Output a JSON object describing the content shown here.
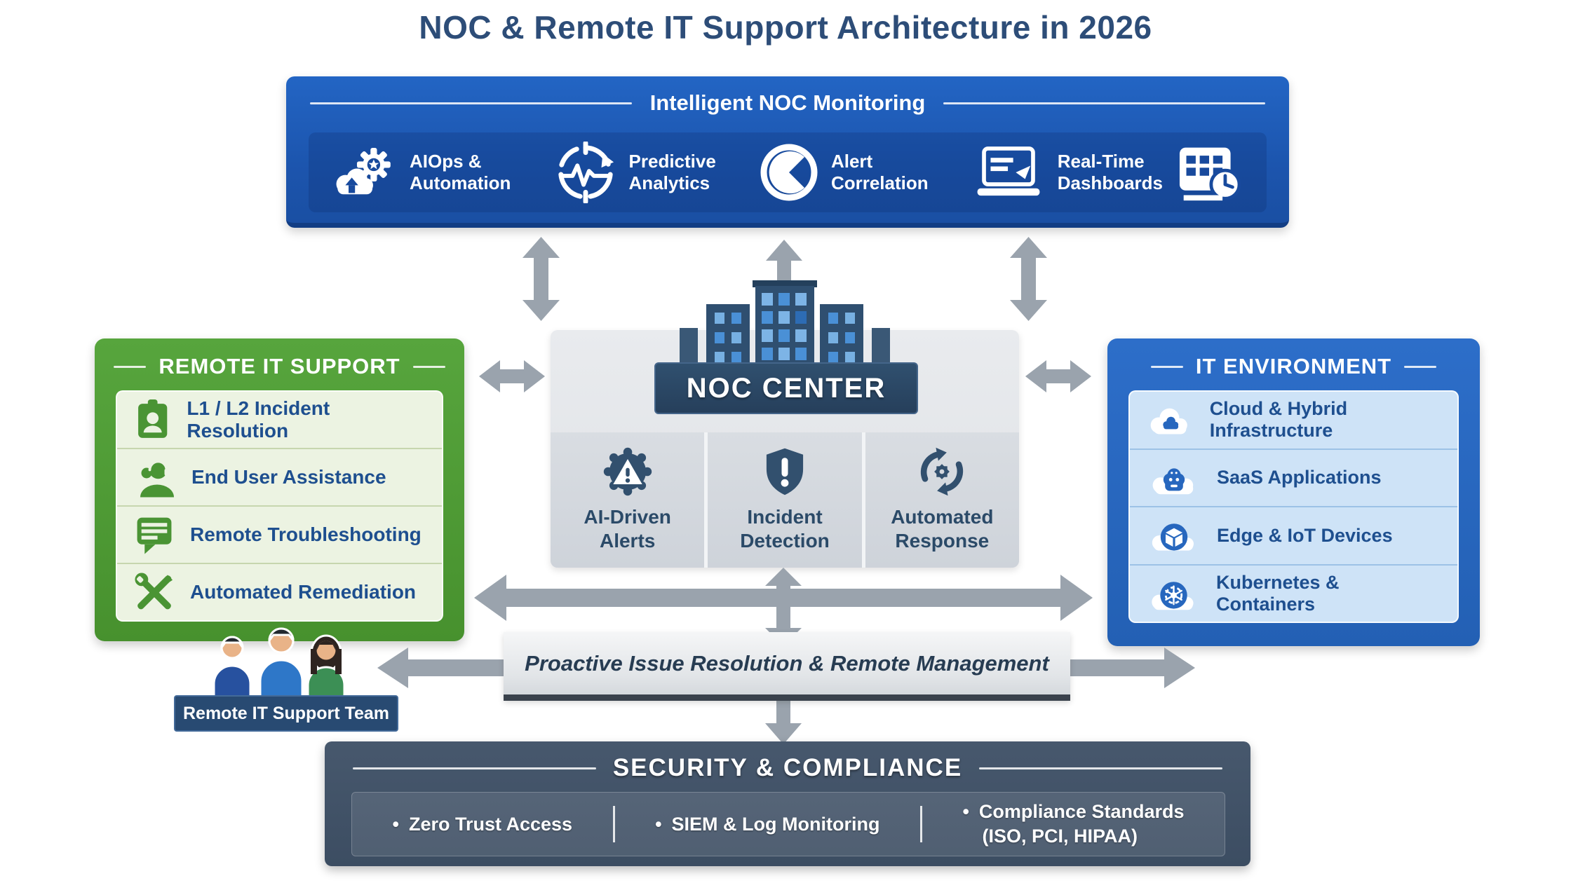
{
  "title": "NOC & Remote IT Support Architecture in 2026",
  "monitoring": {
    "title": "Intelligent NOC Monitoring",
    "items": [
      {
        "icon": "aiops-automation-icon",
        "line1": "AIOps &",
        "line2": "Automation"
      },
      {
        "icon": "predictive-analytics-icon",
        "line1": "Predictive",
        "line2": "Analytics"
      },
      {
        "icon": "alert-correlation-icon",
        "line1": "Alert",
        "line2": "Correlation"
      },
      {
        "icon": "realtime-dashboards-icon",
        "line1": "Real-Time",
        "line2": "Dashboards"
      }
    ]
  },
  "remote_support": {
    "title": "REMOTE IT SUPPORT",
    "items": [
      {
        "icon": "id-badge-icon",
        "label": "L1 / L2 Incident Resolution"
      },
      {
        "icon": "end-user-assistance-icon",
        "label": "End User Assistance"
      },
      {
        "icon": "chat-bubble-icon",
        "label": "Remote Troubleshooting"
      },
      {
        "icon": "crossed-tools-icon",
        "label": "Automated Remediation"
      }
    ],
    "team_label": "Remote IT Support Team"
  },
  "noc_center": {
    "label": "NOC CENTER",
    "columns": [
      {
        "icon": "alert-badge-icon",
        "line1": "AI-Driven",
        "line2": "Alerts"
      },
      {
        "icon": "shield-alert-icon",
        "line1": "Incident",
        "line2": "Detection"
      },
      {
        "icon": "automated-response-icon",
        "line1": "Automated",
        "line2": "Response"
      }
    ]
  },
  "it_environment": {
    "title": "IT ENVIRONMENT",
    "items": [
      {
        "icon": "cloud-hybrid-icon",
        "label": "Cloud & Hybrid Infrastructure"
      },
      {
        "icon": "saas-applications-icon",
        "label": "SaaS Applications"
      },
      {
        "icon": "edge-iot-icon",
        "label": "Edge & IoT Devices"
      },
      {
        "icon": "kubernetes-icon",
        "label": "Kubernetes & Containers"
      }
    ]
  },
  "proactive_label": "Proactive Issue Resolution & Remote Management",
  "security": {
    "title": "SECURITY & COMPLIANCE",
    "bullet": "•",
    "items": [
      {
        "label": "Zero Trust Access"
      },
      {
        "label": "SIEM & Log Monitoring"
      },
      {
        "label": "Compliance Standards",
        "label2": "(ISO, PCI, HIPAA)"
      }
    ]
  },
  "colors": {
    "monitor_blue": "#1c55ae",
    "support_green": "#4f9d36",
    "env_blue": "#2765bd",
    "noc_navy": "#2a4866",
    "security_slate": "#42536a",
    "arrow_gray": "#9aa3ad",
    "item_text_blue": "#1e4f8f",
    "title_navy": "#2d4d78"
  }
}
